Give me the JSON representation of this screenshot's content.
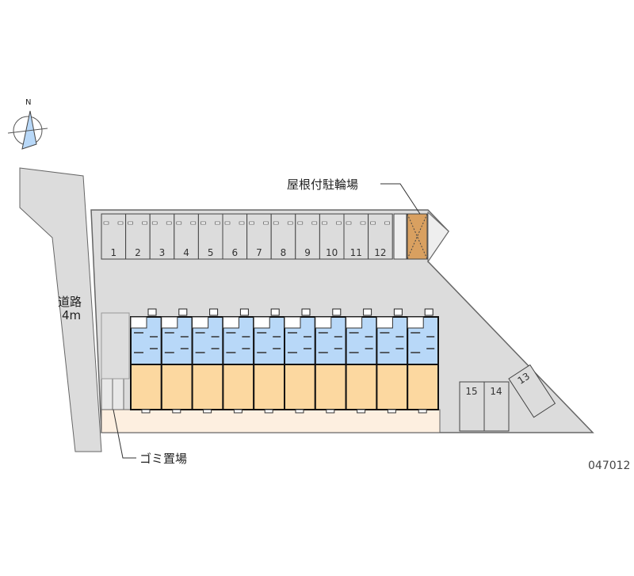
{
  "labels": {
    "bicycle_parking": "屋根付駐輪場",
    "road": "道路",
    "road_width": "4m",
    "garbage": "ゴミ置場",
    "code": "047012",
    "north": "N"
  },
  "parking_row": [
    "1",
    "2",
    "3",
    "4",
    "5",
    "6",
    "7",
    "8",
    "9",
    "10",
    "11",
    "12"
  ],
  "parking_right": [
    "15",
    "14"
  ],
  "parking_angled": "13",
  "units_count": 10,
  "colors": {
    "lot": "#dcdcdc",
    "room_wet": "#b8d8f8",
    "room_main": "#fcd8a0",
    "walkway": "#fdefe0",
    "bike": "#d9a060"
  }
}
